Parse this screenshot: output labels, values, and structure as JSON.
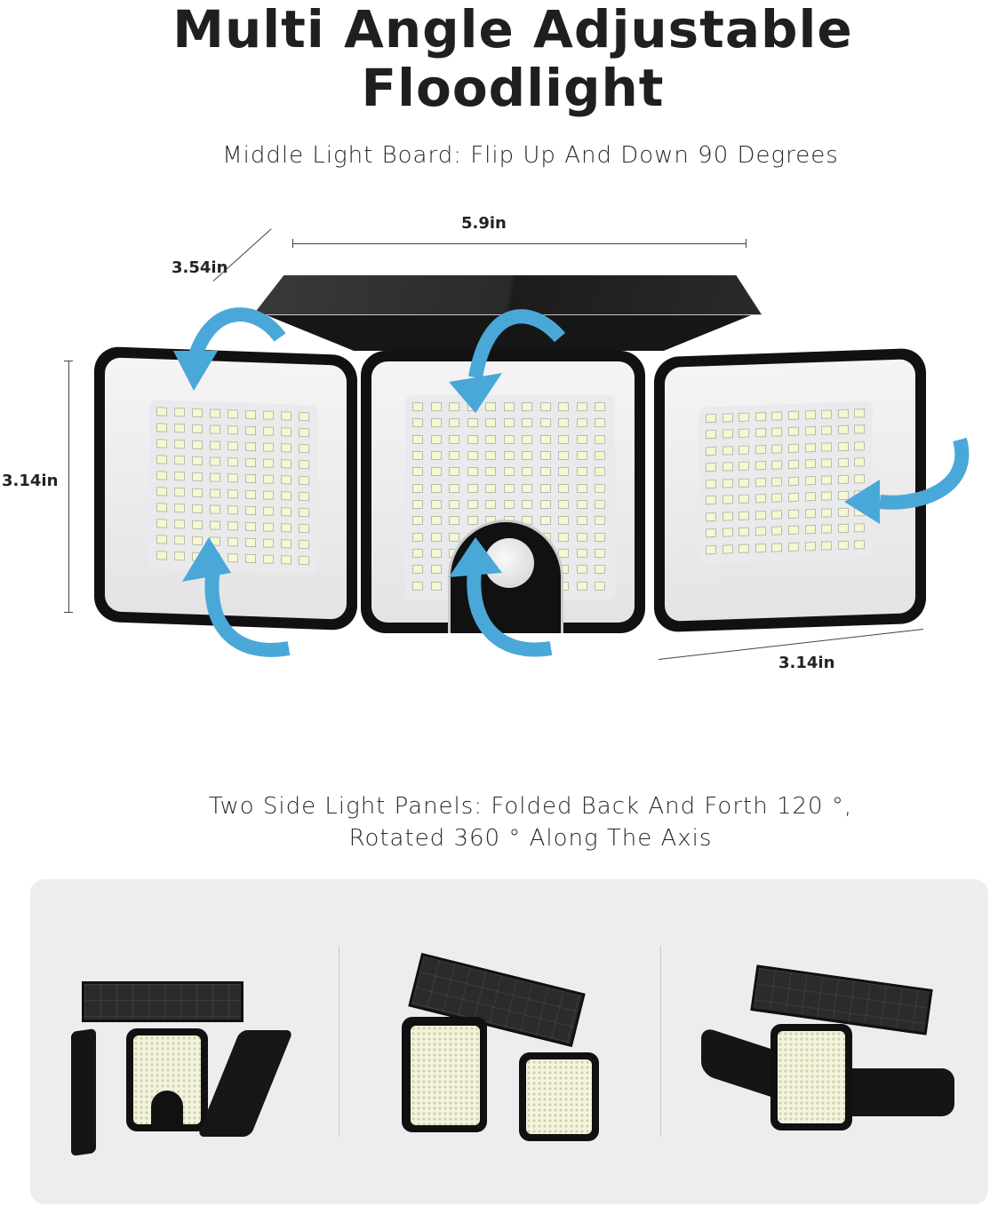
{
  "header": {
    "title_line1": "Multi Angle Adjustable",
    "title_line2": "Floodlight",
    "subtitle": "Middle Light Board: Flip Up And Down 90 Degrees"
  },
  "dimensions": {
    "width": "5.9in",
    "depth": "3.54in",
    "height": "3.14in",
    "panel_width": "3.14in"
  },
  "caption": {
    "line1": "Two Side Light Panels: Folded Back And Forth 120 °,",
    "line2": "Rotated 360 ° Along The Axis"
  },
  "gallery": {
    "views": [
      {
        "name": "side-panels-rotated-view"
      },
      {
        "name": "side-panels-folded-view"
      },
      {
        "name": "side-panels-flat-view"
      }
    ]
  },
  "colors": {
    "arrow": "#4aa8d8",
    "housing": "#111111",
    "led": "#f5f8d0",
    "gallery_bg": "#ededed"
  }
}
